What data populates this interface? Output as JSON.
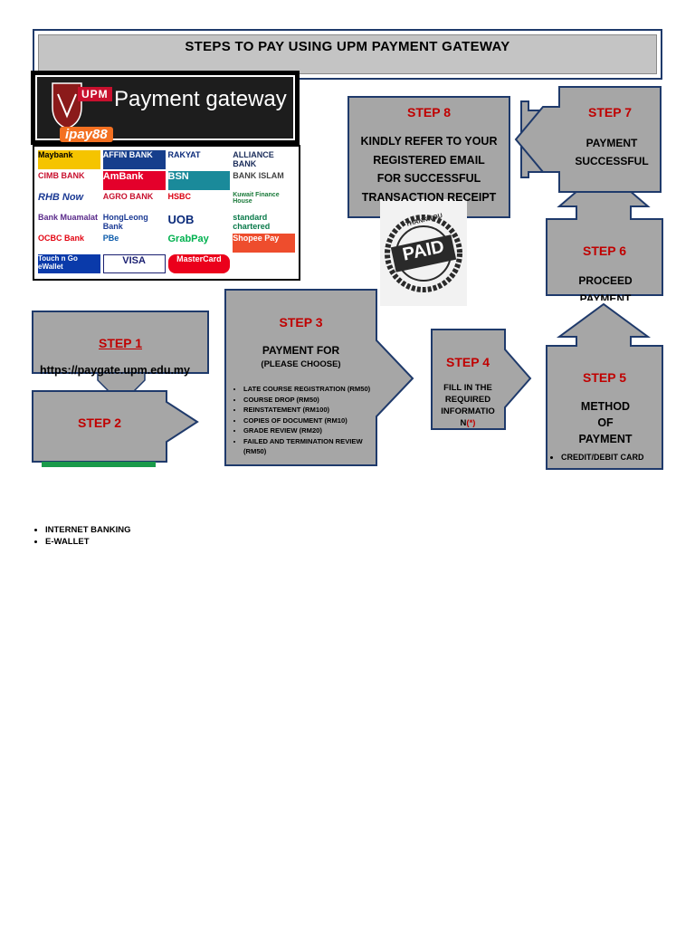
{
  "title": "STEPS TO PAY USING UPM PAYMENT GATEWAY",
  "logo": {
    "upm": "UPM",
    "payment_gateway": "Payment gateway",
    "ipay88": "ipay88"
  },
  "banks": [
    "Maybank",
    "AFFIN BANK",
    "RAKYAT",
    "ALLIANCE BANK",
    "CIMB BANK",
    "AmBank",
    "BSN",
    "BANK ISLAM",
    "RHB Now",
    "AGRO BANK",
    "HSBC",
    "Kuwait Finance House",
    "Bank Muamalat",
    "HongLeong Bank",
    "UOB",
    "standard chartered",
    "OCBC Bank",
    "PBe",
    "GrabPay",
    "Shopee Pay",
    "Touch n Go eWallet",
    "VISA",
    "MasterCard"
  ],
  "stamp": {
    "word": "PAID",
    "ring": "THANK YOU"
  },
  "steps": {
    "s1": {
      "label": "STEP 1",
      "url": "https://paygate.upm.edu.my"
    },
    "s2": {
      "label": "STEP 2"
    },
    "s3": {
      "label": "STEP 3",
      "heading": "PAYMENT FOR",
      "sub": "(PLEASE CHOOSE)",
      "items": [
        "LATE COURSE REGISTRATION (RM50)",
        "COURSE DROP (RM50)",
        "REINSTATEMENT (RM100)",
        "COPIES OF DOCUMENT (RM10)",
        "GRADE REVIEW (RM20)",
        "FAILED AND TERMINATION REVIEW (RM50)"
      ]
    },
    "s4": {
      "label": "STEP 4",
      "text": "FILL IN THE REQUIRED INFORMATIO N",
      "asterisk": "(*)"
    },
    "s5": {
      "label": "STEP 5",
      "heading": "METHOD OF PAYMENT",
      "items": [
        "CREDIT/DEBIT CARD"
      ]
    },
    "s6": {
      "label": "STEP 6",
      "text": "PROCEED PAYMENT"
    },
    "s7": {
      "label": "STEP 7",
      "text": "PAYMENT SUCCESSFUL"
    },
    "s8": {
      "label": "STEP 8",
      "text": "KINDLY REFER TO YOUR REGISTERED EMAIL FOR SUCCESSFUL TRANSACTION RECEIPT"
    }
  },
  "overflow_items": [
    "INTERNET BANKING",
    "E-WALLET"
  ],
  "colors": {
    "box_fill": "#a6a6a6",
    "box_border": "#1f3a6b",
    "step_red": "#c00000",
    "green": "#1a9a4a"
  }
}
